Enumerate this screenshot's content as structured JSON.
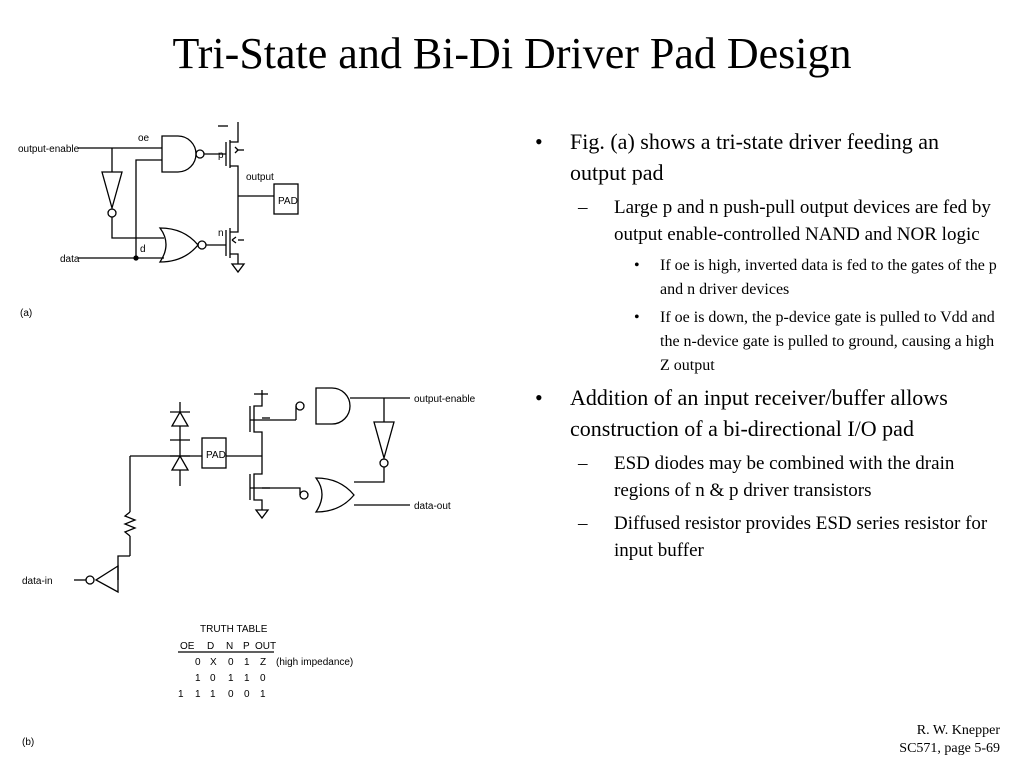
{
  "slide": {
    "title": "Tri-State and Bi-Di Driver Pad Design"
  },
  "figure_a": {
    "caption": "(a)",
    "labels": {
      "output_enable": "output-enable",
      "oe": "oe",
      "data": "data",
      "d": "d",
      "p": "p",
      "n": "n",
      "output": "output",
      "pad": "PAD"
    }
  },
  "figure_b": {
    "caption": "(b)",
    "labels": {
      "output_enable": "output-enable",
      "data_out": "data-out",
      "data_in": "data-in",
      "pad": "PAD"
    },
    "truth_table": {
      "title": "TRUTH TABLE",
      "headers": [
        "OE",
        "D",
        "N",
        "P",
        "OUT"
      ],
      "rows": [
        [
          "0",
          "X",
          "0",
          "1",
          "Z"
        ],
        [
          "1",
          "0",
          "1",
          "1",
          "0"
        ],
        [
          "1",
          "1",
          "0",
          "0",
          "1"
        ]
      ],
      "row1_note": "(high impedance)",
      "row3_prefix": "1"
    }
  },
  "bullets": {
    "b1": "Fig. (a) shows a tri-state driver feeding an output pad",
    "b1_1": "Large p and n push-pull output devices are fed by output enable-controlled NAND and NOR logic",
    "b1_1_1": "If oe is high, inverted data is fed to the gates of the p and n driver devices",
    "b1_1_2": "If oe is down, the p-device gate is pulled to Vdd and the n-device gate is pulled to ground, causing a high Z output",
    "b2": "Addition of an input receiver/buffer allows construction of a bi-directional I/O pad",
    "b2_1": "ESD diodes may be combined with the drain regions of n & p driver transistors",
    "b2_2": "Diffused resistor provides ESD series resistor for input buffer"
  },
  "footer": {
    "line1": "R. W. Knepper",
    "line2": "SC571, page 5-69"
  }
}
